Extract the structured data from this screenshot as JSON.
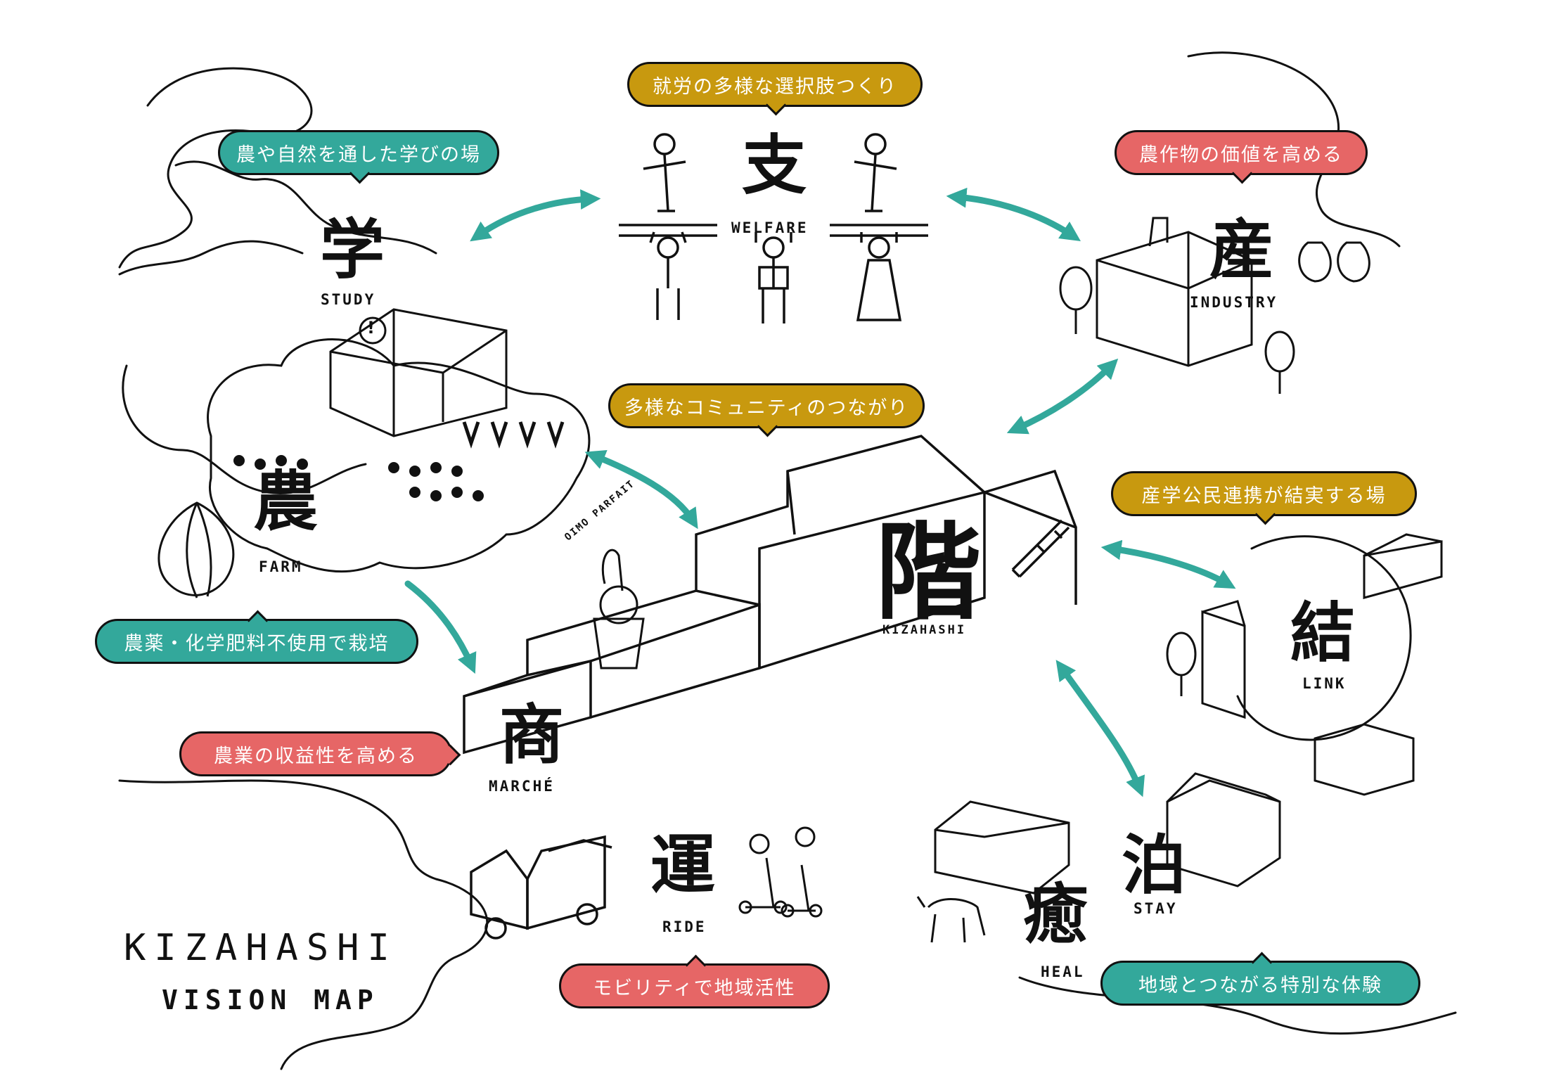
{
  "title": "KIZAHASHI",
  "subtitle": "VISION MAP",
  "colors": {
    "teal": "#33a89b",
    "gold": "#c8990f",
    "coral": "#e66666",
    "ink": "#111111"
  },
  "nodes": {
    "study": {
      "kanji": "学",
      "label": "STUDY"
    },
    "welfare": {
      "kanji": "支",
      "label": "WELFARE"
    },
    "industry": {
      "kanji": "産",
      "label": "INDUSTRY"
    },
    "farm": {
      "kanji": "農",
      "label": "FARM"
    },
    "kizahashi": {
      "kanji": "階",
      "label": "KIZAHASHI"
    },
    "link": {
      "kanji": "結",
      "label": "LINK"
    },
    "marche": {
      "kanji": "商",
      "label": "MARCHÉ"
    },
    "ride": {
      "kanji": "運",
      "label": "RIDE"
    },
    "stay": {
      "kanji": "泊",
      "label": "STAY"
    },
    "heal": {
      "kanji": "癒",
      "label": "HEAL"
    }
  },
  "bubbles": {
    "study": "農や自然を通した学びの場",
    "welfare": "就労の多様な選択肢つくり",
    "industry": "農作物の価値を高める",
    "community": "多様なコミュニティのつながり",
    "link": "産学公民連携が結実する場",
    "farm": "農薬・化学肥料不使用で栽培",
    "marche": "農業の収益性を高める",
    "ride": "モビリティで地域活性",
    "heal": "地域とつながる特別な体験"
  },
  "signs": {
    "parfait": "OIMO PARFAIT",
    "speech": "!"
  }
}
